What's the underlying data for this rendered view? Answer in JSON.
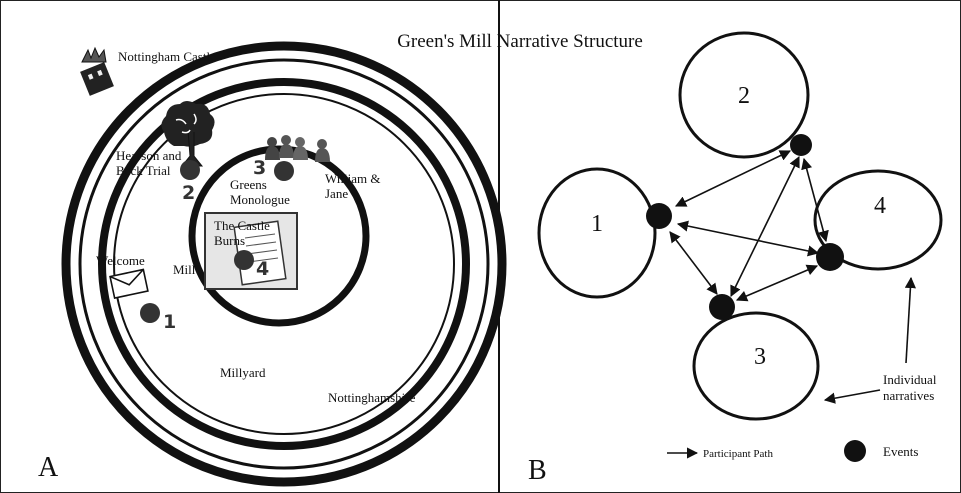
{
  "title": "Green's Mill Narrative Structure",
  "panel_a": {
    "letter": "A",
    "regions": {
      "castle": "Nottingham Castle",
      "shire": "Nottinghamshire",
      "yard": "Millyard",
      "mill": "Mill"
    },
    "labels": {
      "welcome": "Welcome",
      "trial_line1": "Hearson and",
      "trial_line2": "Beck Trial",
      "mono_line1": "Greens",
      "mono_line2": "Monologue",
      "wj_line1": "William &",
      "wj_line2": "Jane",
      "burns_line1": "The Castle",
      "burns_line2": "Burns"
    },
    "numbers": [
      "1",
      "2",
      "3",
      "4"
    ],
    "icons": [
      "castle-icon",
      "tree-icon",
      "envelope-icon",
      "people-icon",
      "document-icon"
    ]
  },
  "panel_b": {
    "letter": "B",
    "narratives": [
      "1",
      "2",
      "3",
      "4"
    ],
    "annotation_line1": "Individual",
    "annotation_line2": "narratives",
    "legend": {
      "path": "Participant Path",
      "events": "Events"
    }
  },
  "colors": {
    "ink": "#111111",
    "marker": "#333333",
    "background": "#ffffff"
  }
}
